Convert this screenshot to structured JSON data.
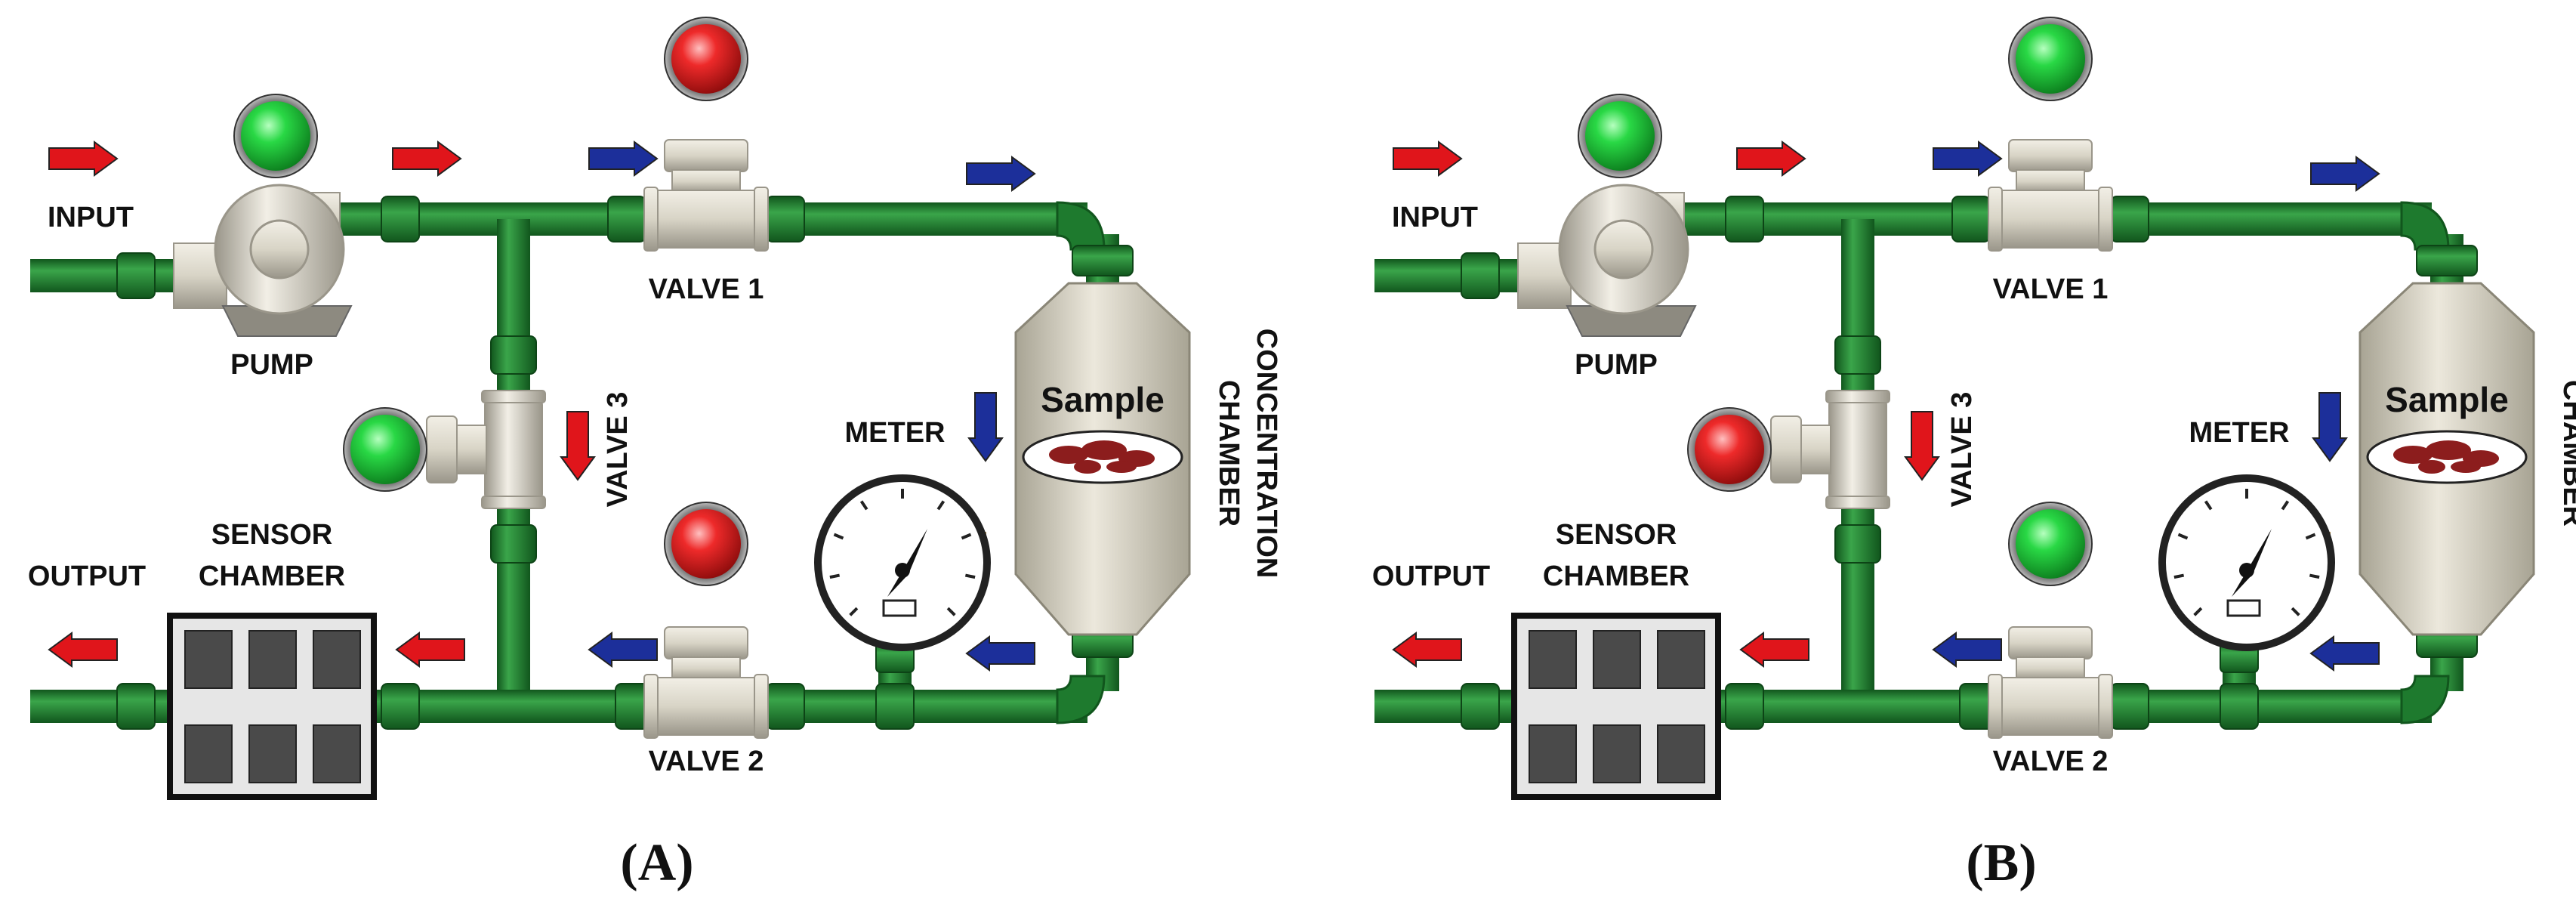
{
  "labels": {
    "input": "INPUT",
    "output": "OUTPUT",
    "pump": "PUMP",
    "valve1": "VALVE 1",
    "valve2": "VALVE 2",
    "valve3": "VALVE 3",
    "meter": "METER",
    "sensor_line1": "SENSOR",
    "sensor_line2": "CHAMBER",
    "conc_line1": "CONCENTRATION",
    "conc_line2": "CHAMBER",
    "sample": "Sample"
  },
  "panels": [
    {
      "id": "A",
      "label": "(A)",
      "lights": {
        "pump": "green",
        "valve1": "red",
        "valve2": "red",
        "valve3": "green"
      }
    },
    {
      "id": "B",
      "label": "(B)",
      "lights": {
        "pump": "green",
        "valve1": "green",
        "valve2": "green",
        "valve3": "red"
      }
    }
  ],
  "colors": {
    "pipe": "#1e7a2e",
    "pipe_dark": "#11561d",
    "pipe_light": "#3aa54a",
    "metal": "#d8d4c6",
    "metal_dark": "#9a968a",
    "arrow_red": "#e0151b",
    "arrow_blue": "#1c2f9a",
    "light_green": "#1ec93a",
    "light_red": "#e8151b",
    "sensor_dark": "#4a4a4a"
  }
}
